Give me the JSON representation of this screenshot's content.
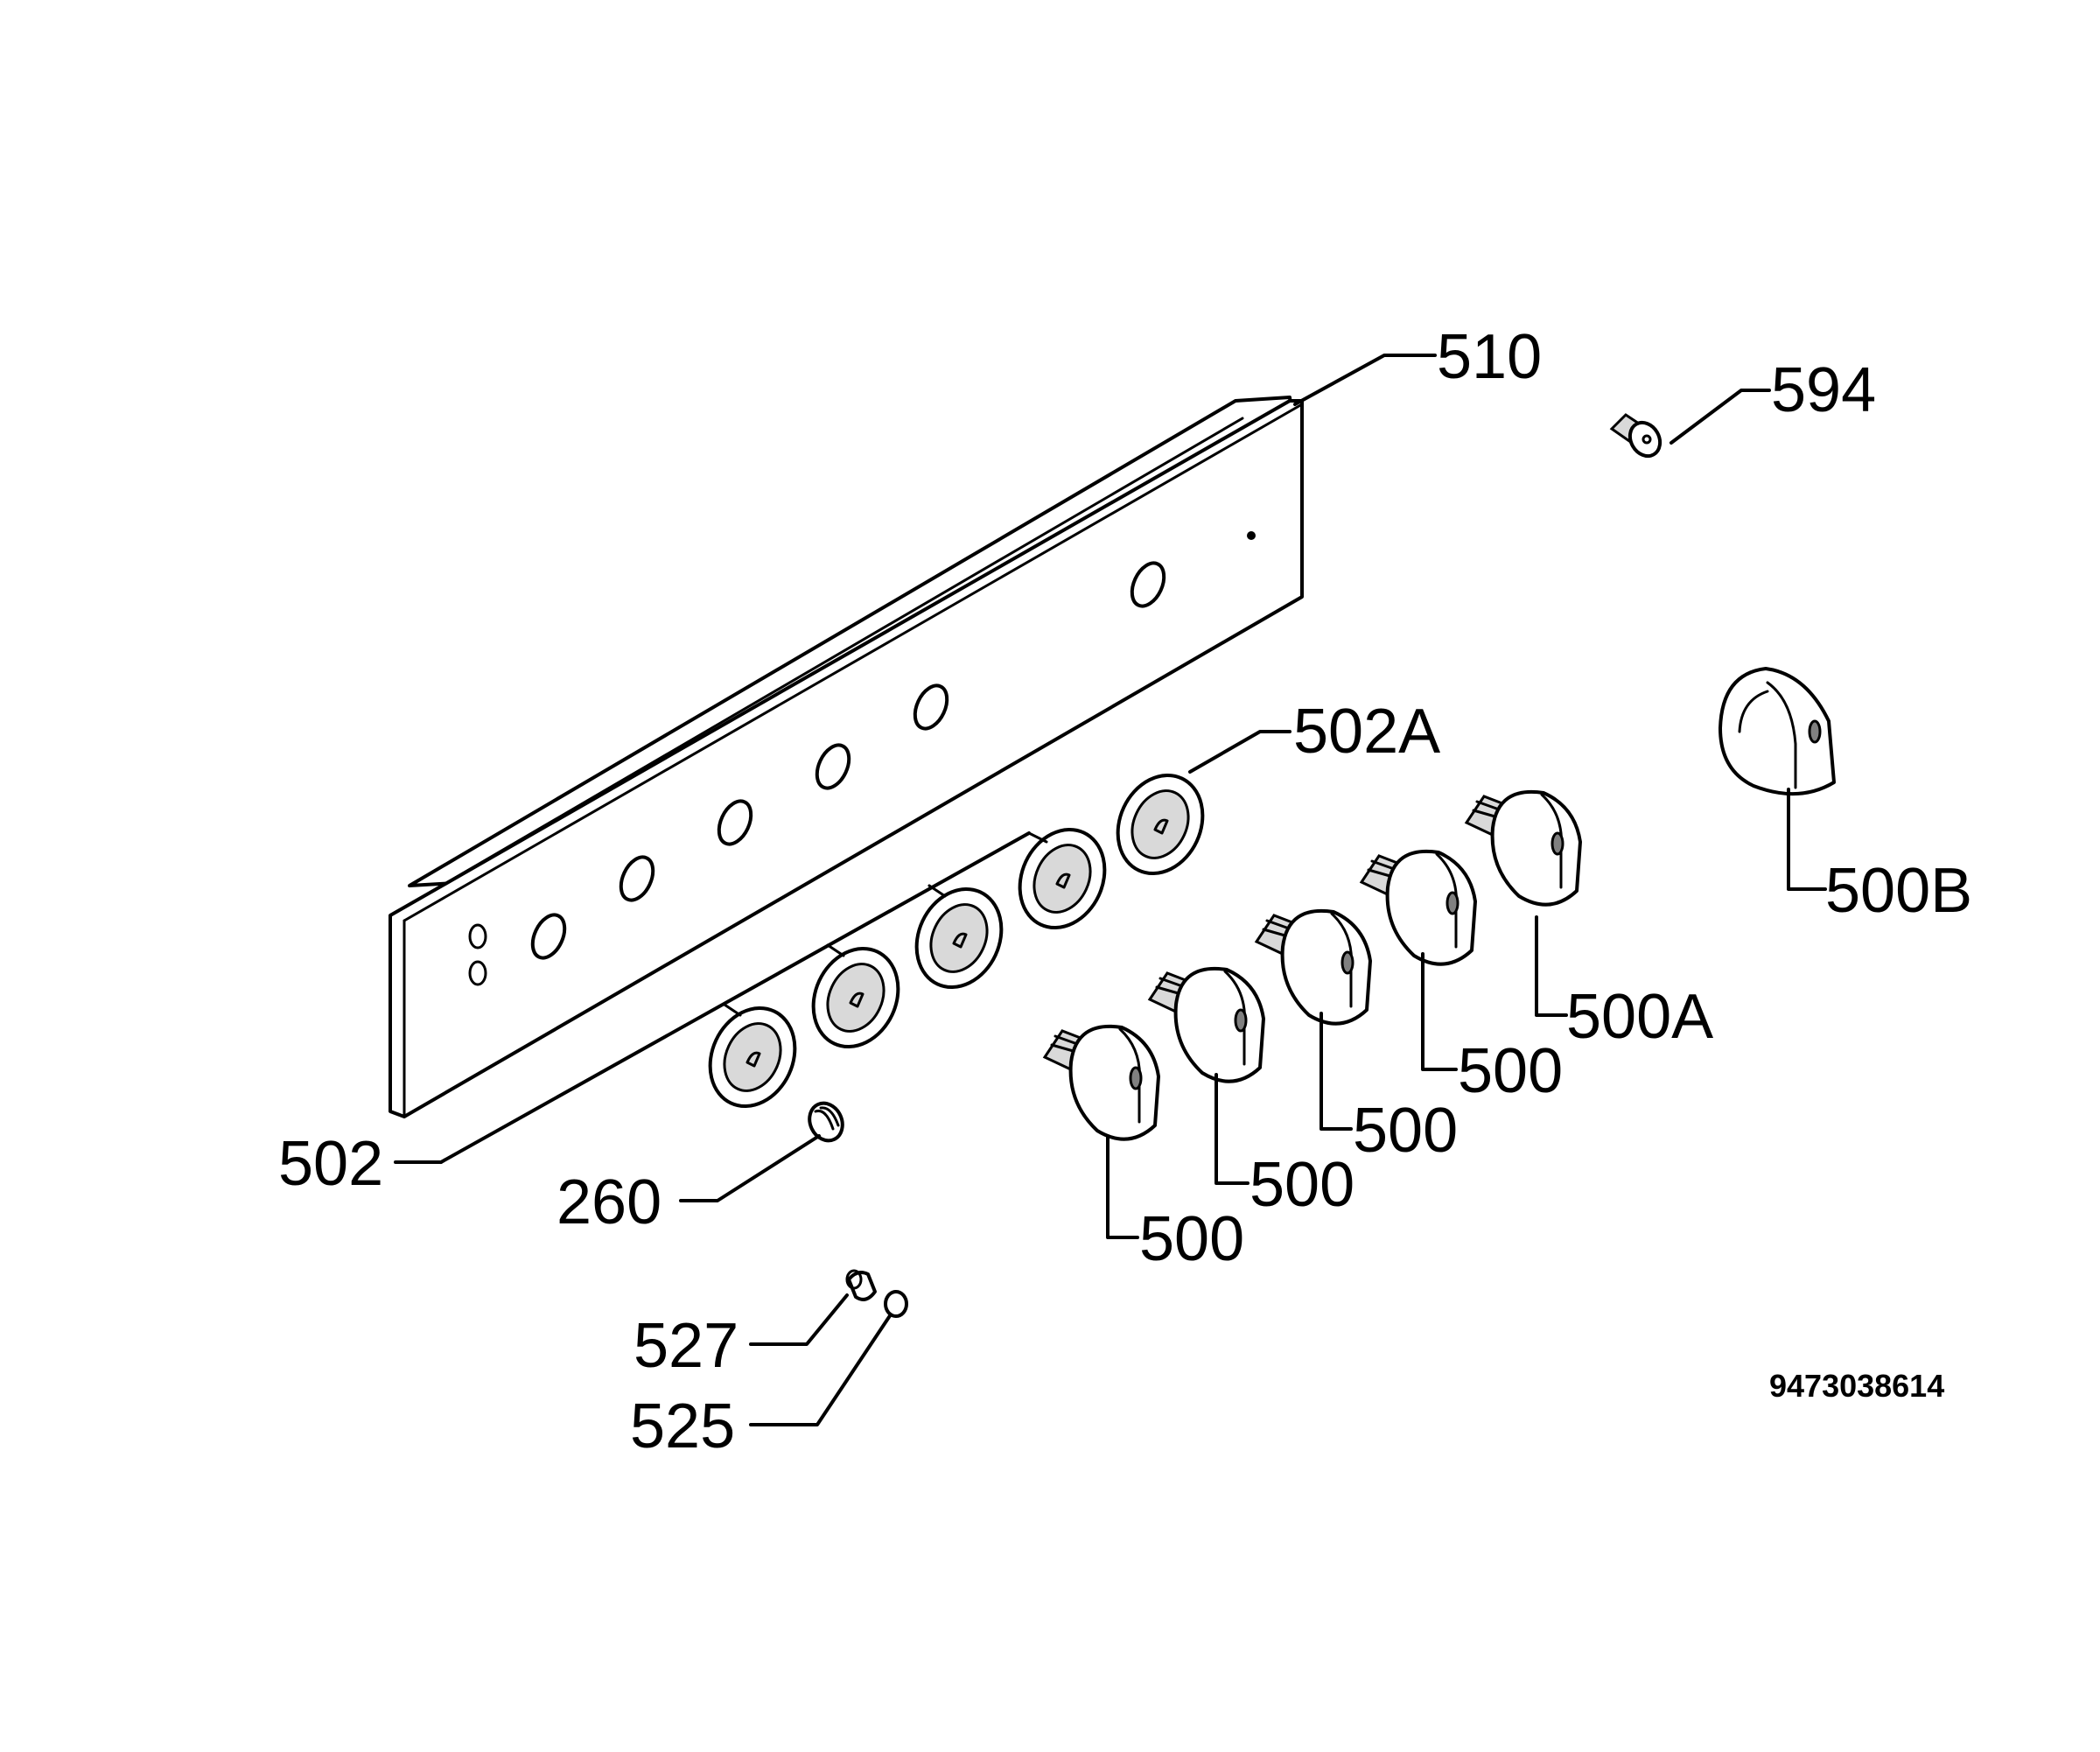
{
  "labels": {
    "p510": "510",
    "p594": "594",
    "p502A": "502A",
    "p500B": "500B",
    "p500A": "500A",
    "p500_1": "500",
    "p500_2": "500",
    "p500_3": "500",
    "p500_4": "500",
    "p502": "502",
    "p260": "260",
    "p527": "527",
    "p525": "525"
  },
  "drawing_code": "9473038614"
}
